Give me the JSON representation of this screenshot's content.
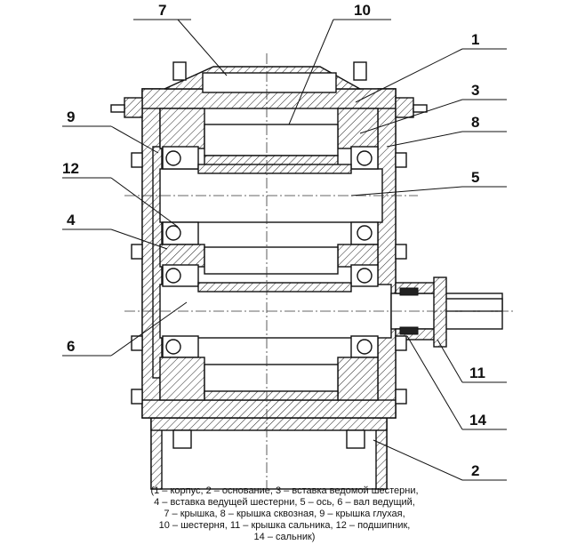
{
  "callouts": [
    "7",
    "10",
    "1",
    "3",
    "8",
    "9",
    "12",
    "5",
    "4",
    "6",
    "11",
    "14",
    "2"
  ],
  "caption_lines": [
    "(1 – корпус, 2 – основание, 3 – вставка ведомой шестерни,",
    "4 – вставка ведущей шестерни, 5 – ось, 6 – вал ведущий,",
    "7 – крышка, 8 – крышка сквозная, 9 – крышка глухая,",
    "10 – шестерня, 11 – крышка сальника, 12 – подшипник,",
    "14 – сальник)"
  ],
  "colors": {
    "line": "#111111",
    "background": "#ffffff"
  }
}
